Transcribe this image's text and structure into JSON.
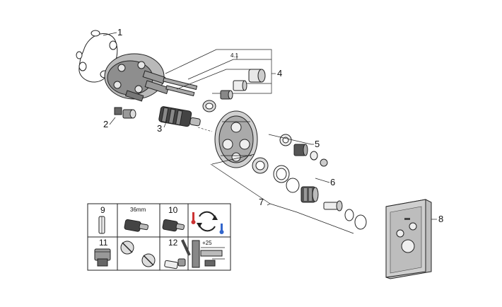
{
  "callouts": {
    "c1": "1",
    "c2": "2",
    "c3": "3",
    "c4": "4",
    "c41": "4.1",
    "c5": "5",
    "c6": "6",
    "c7": "7",
    "c8": "8"
  },
  "table": {
    "n9": "9",
    "n10": "10",
    "n11": "11",
    "n12": "12",
    "mm": "36mm",
    "plus25": "+25"
  },
  "colors": {
    "outline": "#222222",
    "fill_dark": "#555555",
    "fill_mid": "#9a9a9a",
    "fill_light": "#d8d8d8",
    "panel": "#c7c7c7"
  }
}
